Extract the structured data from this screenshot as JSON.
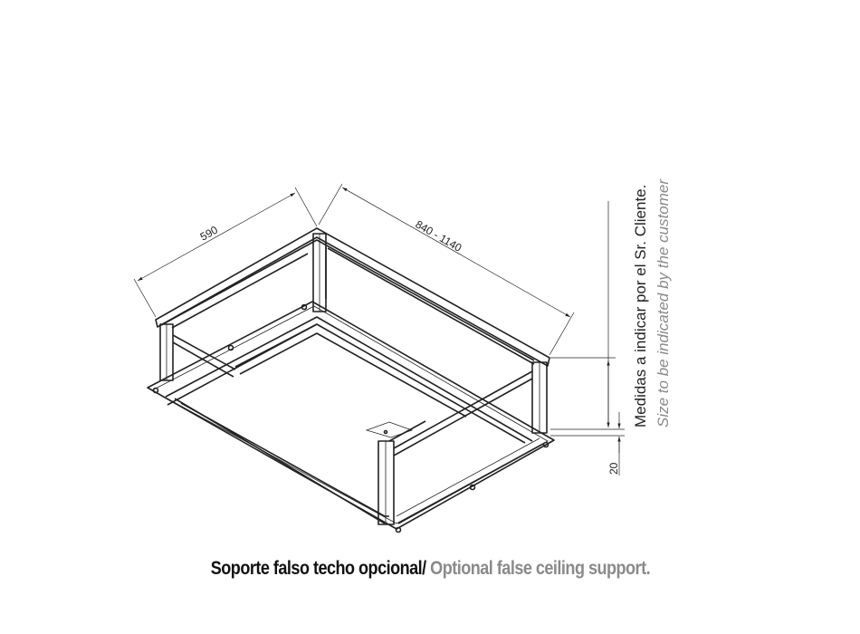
{
  "dimensions": {
    "width": "590",
    "length": "840 - 1140",
    "offset": "20"
  },
  "note": {
    "es": "Medidas a indicar por el Sr. Cliente.",
    "en": "Size to be indicated by the customer"
  },
  "caption": {
    "es": "Soporte falso techo opcional/",
    "en": " Optional false ceiling support."
  },
  "colors": {
    "line": "#222222",
    "caption_en": "#8a8a8a",
    "note_en": "#8a8a8a"
  }
}
